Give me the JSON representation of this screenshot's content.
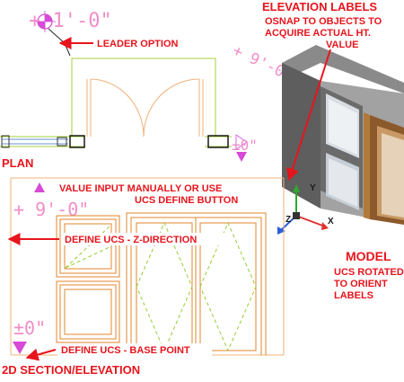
{
  "colors": {
    "annotation": "#e8141c",
    "elevation_text": "#f08ec8",
    "plan_walls": "#a6d23c",
    "door_lines": "#f0b07a",
    "frame_lines": "#e3862e",
    "diagonal_dashed": "#99cc33",
    "marker": "#d74ad7"
  },
  "plan": {
    "elevation_text": "+ 1'-0\"",
    "leader_option": "LEADER OPTION",
    "label": "PLAN",
    "right_marker": "±0\""
  },
  "model": {
    "header_title": "ELEVATION LABELS",
    "header_line2": "OSNAP TO OBJECTS TO",
    "header_line3": "ACQUIRE ACTUAL HT.",
    "header_line4": "VALUE",
    "elevation_text": "+ 9'-0\"",
    "label": "MODEL",
    "note_line1": "UCS ROTATED",
    "note_line2": "TO ORIENT",
    "note_line3": "LABELS",
    "axis_x": "X",
    "axis_y": "Y",
    "axis_z": "Z"
  },
  "section": {
    "value_input_line1": "VALUE INPUT MANUALLY OR USE",
    "value_input_line2": "UCS DEFINE BUTTON",
    "elevation_top": "+ 9'-0\"",
    "define_z": "DEFINE UCS - Z-DIRECTION",
    "elevation_bottom": "±0\"",
    "define_base": "DEFINE UCS - BASE POINT",
    "label": "2D SECTION/ELEVATION"
  }
}
